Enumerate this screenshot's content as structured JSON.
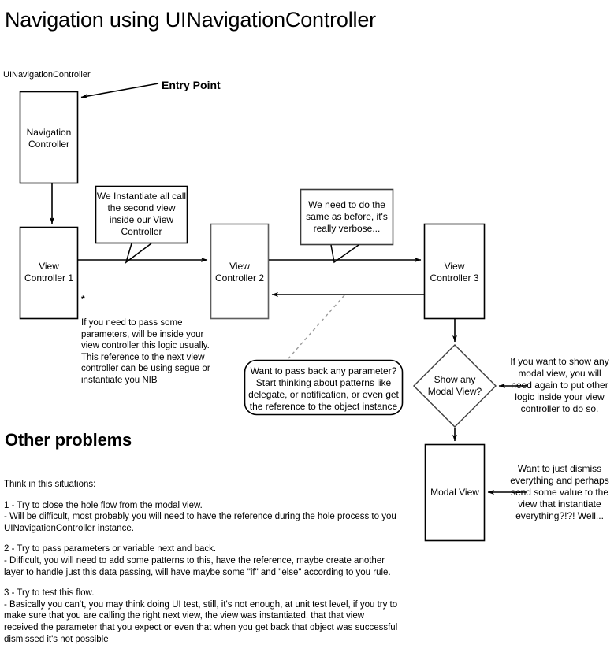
{
  "page": {
    "title": "Navigation using UINavigationController",
    "section_title": "Other problems",
    "diagram_label": "UINavigationController",
    "entry_point_label": "Entry Point"
  },
  "nodes": {
    "navigation_controller": "Navigation\nController",
    "view_controller_1": "View\nController 1",
    "view_controller_2": "View\nController 2",
    "view_controller_3": "View\nController 3",
    "decision_modal": "Show any\nModal View?",
    "modal_view": "Modal View"
  },
  "callouts": {
    "instantiate": "We Instantiate all call\nthe second view\ninside our View\nController",
    "verbose": "We need to do the\nsame as before, it's\nreally verbose...",
    "pass_back": "Want to pass back any parameter?\nStart thinking about patterns like\ndelegate, or notification, or even get\nthe reference to the object instance"
  },
  "annotations": {
    "asterisk_marker": "*",
    "asterisk_note": "If you need to pass some\nparameters, will be inside your\nview controller this logic usually.\nThis reference to the next view\ncontroller can be using segue or\ninstantiate you NIB",
    "modal_logic": "If you want to show any\nmodal view, you will\nneed again to put other\nlogic inside your view\ncontroller to do so.",
    "dismiss": "Want to just dismiss\neverything and perhaps\nsend some value to the\nview that instantiate\neverything?!?! Well..."
  },
  "body": {
    "intro": "Think in this situations:",
    "item1": "1 - Try to close the hole flow from the modal view.\n   -  Will be difficult, most probably you will need to have the reference during the hole process to you UINavigationController instance.",
    "item2": "2 - Try to pass parameters or variable next and back.\n   -  Difficult, you will need to add some patterns to this, have the reference, maybe create another layer to handle just this data passing, will have maybe some \"if\" and \"else\" according to you rule.",
    "item3": "3 - Try to test this flow.\n   -  Basically you can't, you may think doing UI test, still, it's not enough, at unit test level, if you try to make sure that you are calling the right next view, the view was instantiated, that that view received the parameter that you expect or even that when you get back that object was successful dismissed it's not possible"
  },
  "colors": {
    "stroke": "#000000",
    "node_border_soft": "#767676",
    "background": "#ffffff",
    "dash_leader": "#9a9a9a"
  }
}
